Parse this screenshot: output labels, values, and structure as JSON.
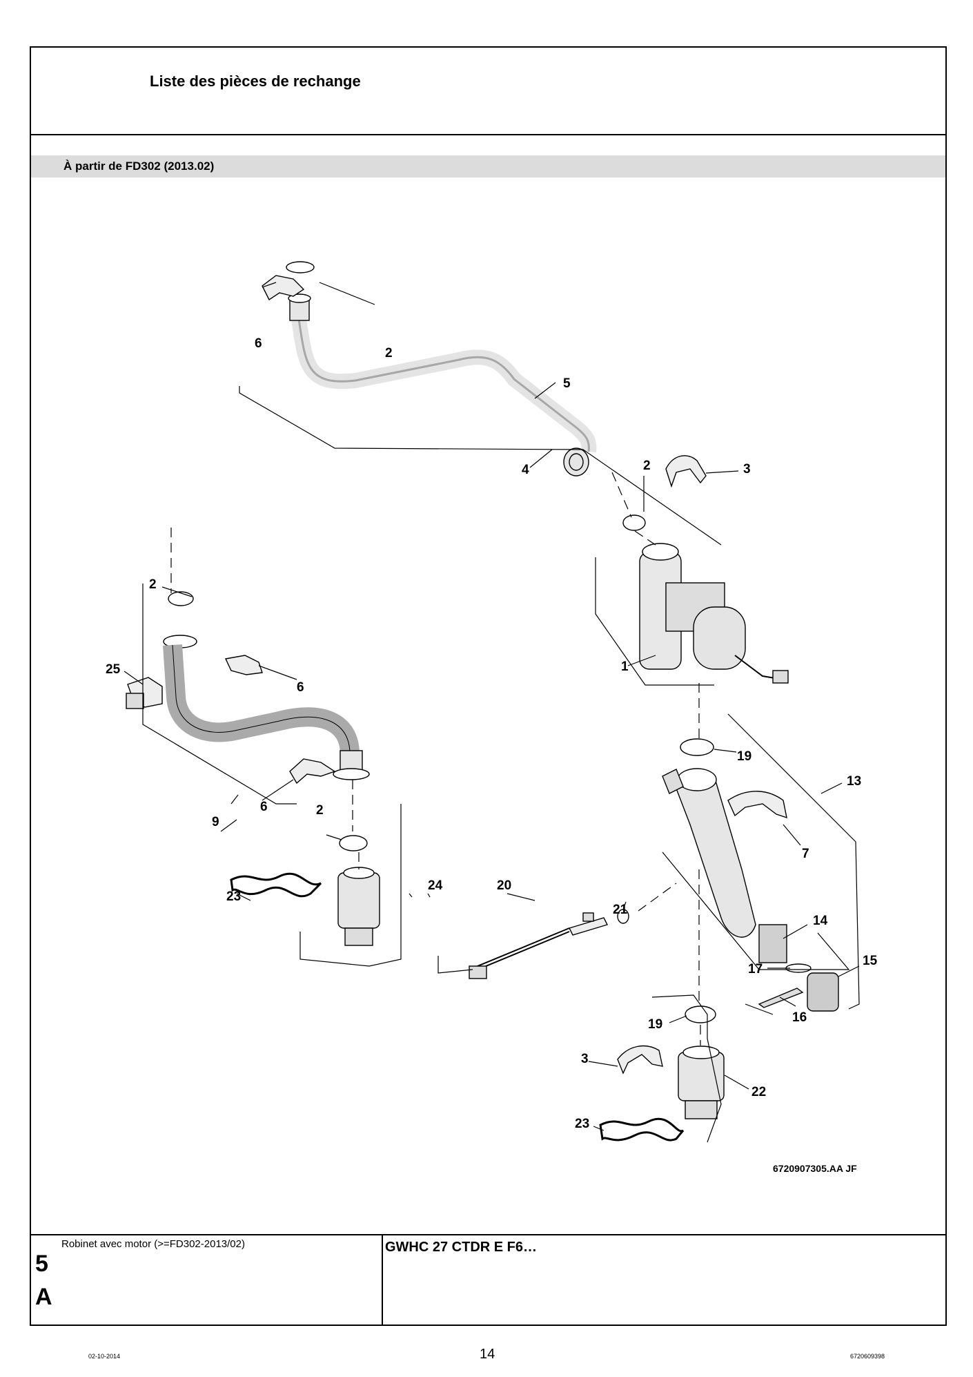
{
  "header": {
    "title": "Liste des pièces de rechange",
    "subtitle": "À partir de FD302 (2013.02)"
  },
  "figure": {
    "code": "6720907305.AA   JF",
    "callouts": [
      {
        "id": "c6a",
        "label": "6"
      },
      {
        "id": "c2a",
        "label": "2"
      },
      {
        "id": "c5",
        "label": "5"
      },
      {
        "id": "c4",
        "label": "4"
      },
      {
        "id": "c2b",
        "label": "2"
      },
      {
        "id": "c3a",
        "label": "3"
      },
      {
        "id": "c2c",
        "label": "2"
      },
      {
        "id": "c25",
        "label": "25"
      },
      {
        "id": "c6b",
        "label": "6"
      },
      {
        "id": "c1",
        "label": "1"
      },
      {
        "id": "c19a",
        "label": "19"
      },
      {
        "id": "c13",
        "label": "13"
      },
      {
        "id": "c6c",
        "label": "6"
      },
      {
        "id": "c2d",
        "label": "2"
      },
      {
        "id": "c9",
        "label": "9"
      },
      {
        "id": "c7",
        "label": "7"
      },
      {
        "id": "c20",
        "label": "20"
      },
      {
        "id": "c24",
        "label": "24"
      },
      {
        "id": "c21",
        "label": "21"
      },
      {
        "id": "c23a",
        "label": "23"
      },
      {
        "id": "c14",
        "label": "14"
      },
      {
        "id": "c17",
        "label": "17"
      },
      {
        "id": "c15",
        "label": "15"
      },
      {
        "id": "c16",
        "label": "16"
      },
      {
        "id": "c19b",
        "label": "19"
      },
      {
        "id": "c3b",
        "label": "3"
      },
      {
        "id": "c22",
        "label": "22"
      },
      {
        "id": "c23b",
        "label": "23"
      }
    ]
  },
  "footer": {
    "description": "Robinet avec motor (>=FD302-2013/02)",
    "model": "GWHC 27 CTDR E F6…",
    "section_number": "5",
    "section_letter": "A",
    "date": "02-10-2014",
    "page_number": "14",
    "document_number": "6720609398"
  }
}
